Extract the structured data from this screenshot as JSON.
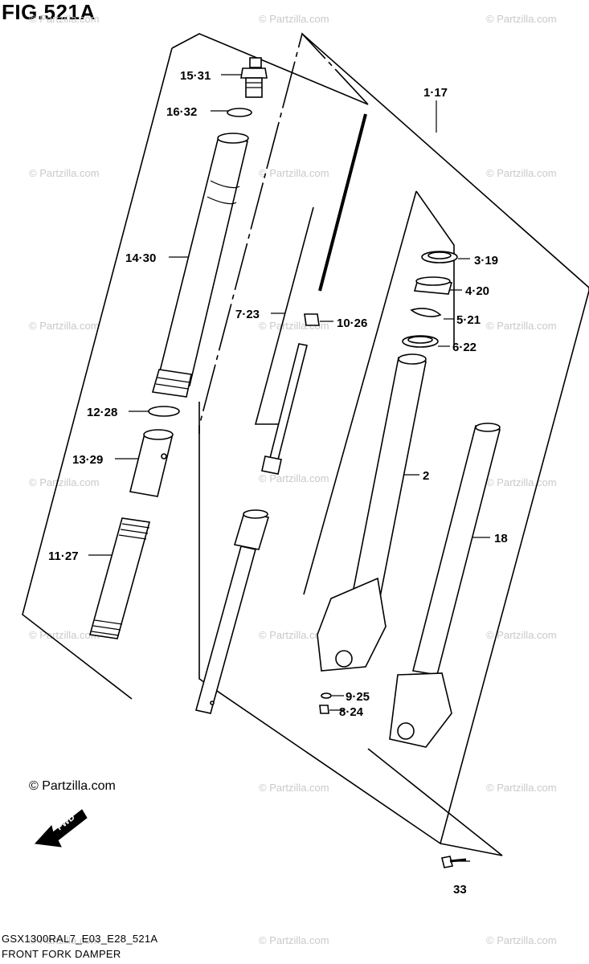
{
  "figure": {
    "title": "FIG.521A",
    "model_code": "GSX1300RAL7_E03_E28_521A",
    "caption": "FRONT FORK DAMPER"
  },
  "watermark": {
    "text": "© Partzilla.com",
    "copyright_big": "© Partzilla.com"
  },
  "direction_badge": {
    "text": "FWD"
  },
  "callouts": [
    {
      "id": "c1",
      "label": "15·31"
    },
    {
      "id": "c2",
      "label": "16·32"
    },
    {
      "id": "c3",
      "label": "1·17"
    },
    {
      "id": "c4",
      "label": "14·30"
    },
    {
      "id": "c5",
      "label": "3·19"
    },
    {
      "id": "c6",
      "label": "4·20"
    },
    {
      "id": "c7",
      "label": "7·23"
    },
    {
      "id": "c8",
      "label": "10·26"
    },
    {
      "id": "c9",
      "label": "5·21"
    },
    {
      "id": "c10",
      "label": "6·22"
    },
    {
      "id": "c11",
      "label": "12·28"
    },
    {
      "id": "c12",
      "label": "13·29"
    },
    {
      "id": "c13",
      "label": "2"
    },
    {
      "id": "c14",
      "label": "18"
    },
    {
      "id": "c15",
      "label": "11·27"
    },
    {
      "id": "c16",
      "label": "9·25"
    },
    {
      "id": "c17",
      "label": "8·24"
    },
    {
      "id": "c18",
      "label": "33"
    }
  ]
}
